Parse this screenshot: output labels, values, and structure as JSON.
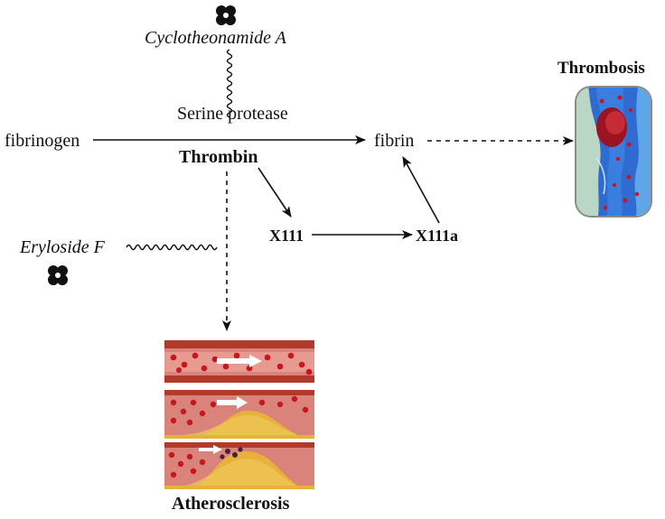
{
  "nodes": {
    "cyclotheonamide": "Cyclotheonamide A",
    "serine_protease": "Serine protease",
    "fibrinogen": "fibrinogen",
    "thrombin": "Thrombin",
    "fibrin": "fibrin",
    "thrombosis": "Thrombosis",
    "x111": "X111",
    "x111a": "X111a",
    "eryloside": "Eryloside F",
    "atherosclerosis": "Atherosclerosis"
  },
  "icons": {
    "marine_source_top": "clover-icon",
    "marine_source_left": "clover-icon"
  },
  "colors": {
    "vessel_wall": "#b13a2a",
    "vessel_lumen": "#d9837a",
    "blood_cell": "#c8161e",
    "plaque": "#e8b23a",
    "clot_vessel": "#2f6bd0",
    "text": "#111111"
  }
}
